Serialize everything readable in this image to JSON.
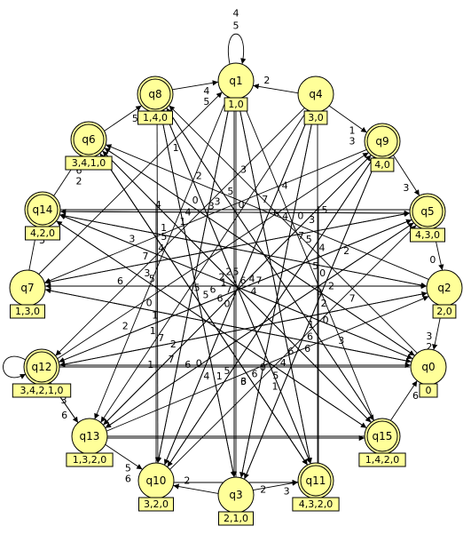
{
  "diagram": {
    "states": [
      {
        "id": "q1",
        "name": "q1",
        "tag": "1,0",
        "accepting": false
      },
      {
        "id": "q4",
        "name": "q4",
        "tag": "3,0",
        "accepting": false
      },
      {
        "id": "q9",
        "name": "q9",
        "tag": "4,0",
        "accepting": true
      },
      {
        "id": "q5",
        "name": "q5",
        "tag": "4,3,0",
        "accepting": true
      },
      {
        "id": "q2",
        "name": "q2",
        "tag": "2,0",
        "accepting": false
      },
      {
        "id": "q0",
        "name": "q0",
        "tag": "0",
        "accepting": false
      },
      {
        "id": "q15",
        "name": "q15",
        "tag": "1,4,2,0",
        "accepting": true
      },
      {
        "id": "q11",
        "name": "q11",
        "tag": "4,3,2,0",
        "accepting": true
      },
      {
        "id": "q3",
        "name": "q3",
        "tag": "2,1,0",
        "accepting": false
      },
      {
        "id": "q10",
        "name": "q10",
        "tag": "3,2,0",
        "accepting": false
      },
      {
        "id": "q13",
        "name": "q13",
        "tag": "1,3,2,0",
        "accepting": false
      },
      {
        "id": "q12",
        "name": "q12",
        "tag": "3,4,2,1,0",
        "accepting": true
      },
      {
        "id": "q7",
        "name": "q7",
        "tag": "1,3,0",
        "accepting": false
      },
      {
        "id": "q14",
        "name": "q14",
        "tag": "4,2,0",
        "accepting": true
      },
      {
        "id": "q6",
        "name": "q6",
        "tag": "3,4,1,0",
        "accepting": true
      },
      {
        "id": "q8",
        "name": "q8",
        "tag": "1,4,0",
        "accepting": true
      }
    ],
    "edges": [
      {
        "from": "q1",
        "to": "q1",
        "label": "4\n5",
        "loop": "top"
      },
      {
        "from": "q8",
        "to": "q1",
        "label": "4\n5"
      },
      {
        "from": "q4",
        "to": "q1",
        "label": "2"
      },
      {
        "from": "q4",
        "to": "q9",
        "label": "1\n3"
      },
      {
        "from": "q6",
        "to": "q8",
        "label": "5"
      },
      {
        "from": "q14",
        "to": "q6",
        "label": "6\n2"
      },
      {
        "from": "q7",
        "to": "q14",
        "label": "3"
      },
      {
        "from": "q12",
        "to": "q12",
        "label": "",
        "loop": "left"
      },
      {
        "from": "q12",
        "to": "q13",
        "label": "6"
      },
      {
        "from": "q13",
        "to": "q12",
        "label": "2\n3"
      },
      {
        "from": "q13",
        "to": "q10",
        "label": "5\n6"
      },
      {
        "from": "q3",
        "to": "q10",
        "label": "2"
      },
      {
        "from": "q3",
        "to": "q11",
        "label": "3"
      },
      {
        "from": "q10",
        "to": "q11",
        "label": "2"
      },
      {
        "from": "q15",
        "to": "q0",
        "label": "6"
      },
      {
        "from": "q2",
        "to": "q0",
        "label": "3\n2"
      },
      {
        "from": "q5",
        "to": "q2",
        "label": "0"
      },
      {
        "from": "q9",
        "to": "q5",
        "label": "3"
      },
      {
        "from": "q12",
        "to": "q0",
        "label": ""
      },
      {
        "from": "q13",
        "to": "q15",
        "label": ""
      },
      {
        "from": "q7",
        "to": "q2",
        "label": "4"
      },
      {
        "from": "q14",
        "to": "q5",
        "label": "3"
      },
      {
        "from": "q6",
        "to": "q11",
        "label": "6"
      },
      {
        "from": "q8",
        "to": "q3",
        "label": "4"
      },
      {
        "from": "q1",
        "to": "q3",
        "label": "5"
      },
      {
        "from": "q9",
        "to": "q10",
        "label": "1"
      },
      {
        "from": "q4",
        "to": "q13",
        "label": "1"
      },
      {
        "from": "q5",
        "to": "q7",
        "label": "7"
      },
      {
        "from": "q2",
        "to": "q14",
        "label": "1"
      },
      {
        "from": "q0",
        "to": "q6",
        "label": "0"
      },
      {
        "from": "q15",
        "to": "q8",
        "label": "5"
      },
      {
        "from": "q11",
        "to": "q1",
        "label": "7"
      },
      {
        "from": "q3",
        "to": "q4",
        "label": "0"
      },
      {
        "from": "q10",
        "to": "q9",
        "label": "4"
      },
      {
        "from": "q13",
        "to": "q5",
        "label": "2"
      },
      {
        "from": "q12",
        "to": "q2",
        "label": "0"
      },
      {
        "from": "q7",
        "to": "q0",
        "label": "6"
      },
      {
        "from": "q14",
        "to": "q15",
        "label": "5"
      },
      {
        "from": "q6",
        "to": "q11",
        "label": "3"
      },
      {
        "from": "q8",
        "to": "q10",
        "label": "1"
      },
      {
        "from": "q1",
        "to": "q13",
        "label": "2"
      },
      {
        "from": "q4",
        "to": "q12",
        "label": "6"
      },
      {
        "from": "q9",
        "to": "q7",
        "label": "3"
      },
      {
        "from": "q5",
        "to": "q14",
        "label": "4"
      },
      {
        "from": "q2",
        "to": "q6",
        "label": "2"
      },
      {
        "from": "q0",
        "to": "q8",
        "label": "3"
      },
      {
        "from": "q15",
        "to": "q1",
        "label": "4"
      },
      {
        "from": "q11",
        "to": "q4",
        "label": "5"
      },
      {
        "from": "q3",
        "to": "q9",
        "label": "2"
      },
      {
        "from": "q10",
        "to": "q5",
        "label": "7"
      },
      {
        "from": "q13",
        "to": "q2",
        "label": "3"
      },
      {
        "from": "q12",
        "to": "q9",
        "label": "4"
      },
      {
        "from": "q7",
        "to": "q5",
        "label": "5"
      },
      {
        "from": "q14",
        "to": "q0",
        "label": "1"
      },
      {
        "from": "q6",
        "to": "q15",
        "label": "6"
      },
      {
        "from": "q8",
        "to": "q11",
        "label": "0"
      },
      {
        "from": "q1",
        "to": "q10",
        "label": "7"
      },
      {
        "from": "q4",
        "to": "q3",
        "label": "6"
      },
      {
        "from": "q9",
        "to": "q13",
        "label": "2"
      },
      {
        "from": "q5",
        "to": "q12",
        "label": "1"
      },
      {
        "from": "q2",
        "to": "q7",
        "label": "5"
      },
      {
        "from": "q0",
        "to": "q14",
        "label": "4"
      },
      {
        "from": "q15",
        "to": "q6",
        "label": "1"
      },
      {
        "from": "q11",
        "to": "q8",
        "label": "3"
      },
      {
        "from": "q3",
        "to": "q1",
        "label": "0"
      },
      {
        "from": "q10",
        "to": "q4",
        "label": "6"
      },
      {
        "from": "q13",
        "to": "q9",
        "label": "7"
      },
      {
        "from": "q12",
        "to": "q5",
        "label": "5"
      },
      {
        "from": "q7",
        "to": "q1",
        "label": "1"
      },
      {
        "from": "q14",
        "to": "q2",
        "label": "0"
      },
      {
        "from": "q6",
        "to": "q0",
        "label": "2"
      },
      {
        "from": "q8",
        "to": "q15",
        "label": "6"
      },
      {
        "from": "q1",
        "to": "q11",
        "label": "4"
      },
      {
        "from": "q4",
        "to": "q10",
        "label": "0"
      },
      {
        "from": "q9",
        "to": "q3",
        "label": "1"
      },
      {
        "from": "q5",
        "to": "q13",
        "label": "6"
      },
      {
        "from": "q2",
        "to": "q12",
        "label": "7"
      },
      {
        "from": "q0",
        "to": "q7",
        "label": "0"
      },
      {
        "from": "q15",
        "to": "q14",
        "label": "3"
      },
      {
        "from": "q11",
        "to": "q6",
        "label": "5"
      },
      {
        "from": "q3",
        "to": "q8",
        "label": "4"
      },
      {
        "from": "q10",
        "to": "q1",
        "label": "3"
      }
    ],
    "hub_labels": [
      "2",
      "5",
      "6",
      "4",
      "7",
      "7",
      "1",
      "6",
      "5",
      "2",
      "4",
      "5",
      "6",
      "0"
    ]
  }
}
